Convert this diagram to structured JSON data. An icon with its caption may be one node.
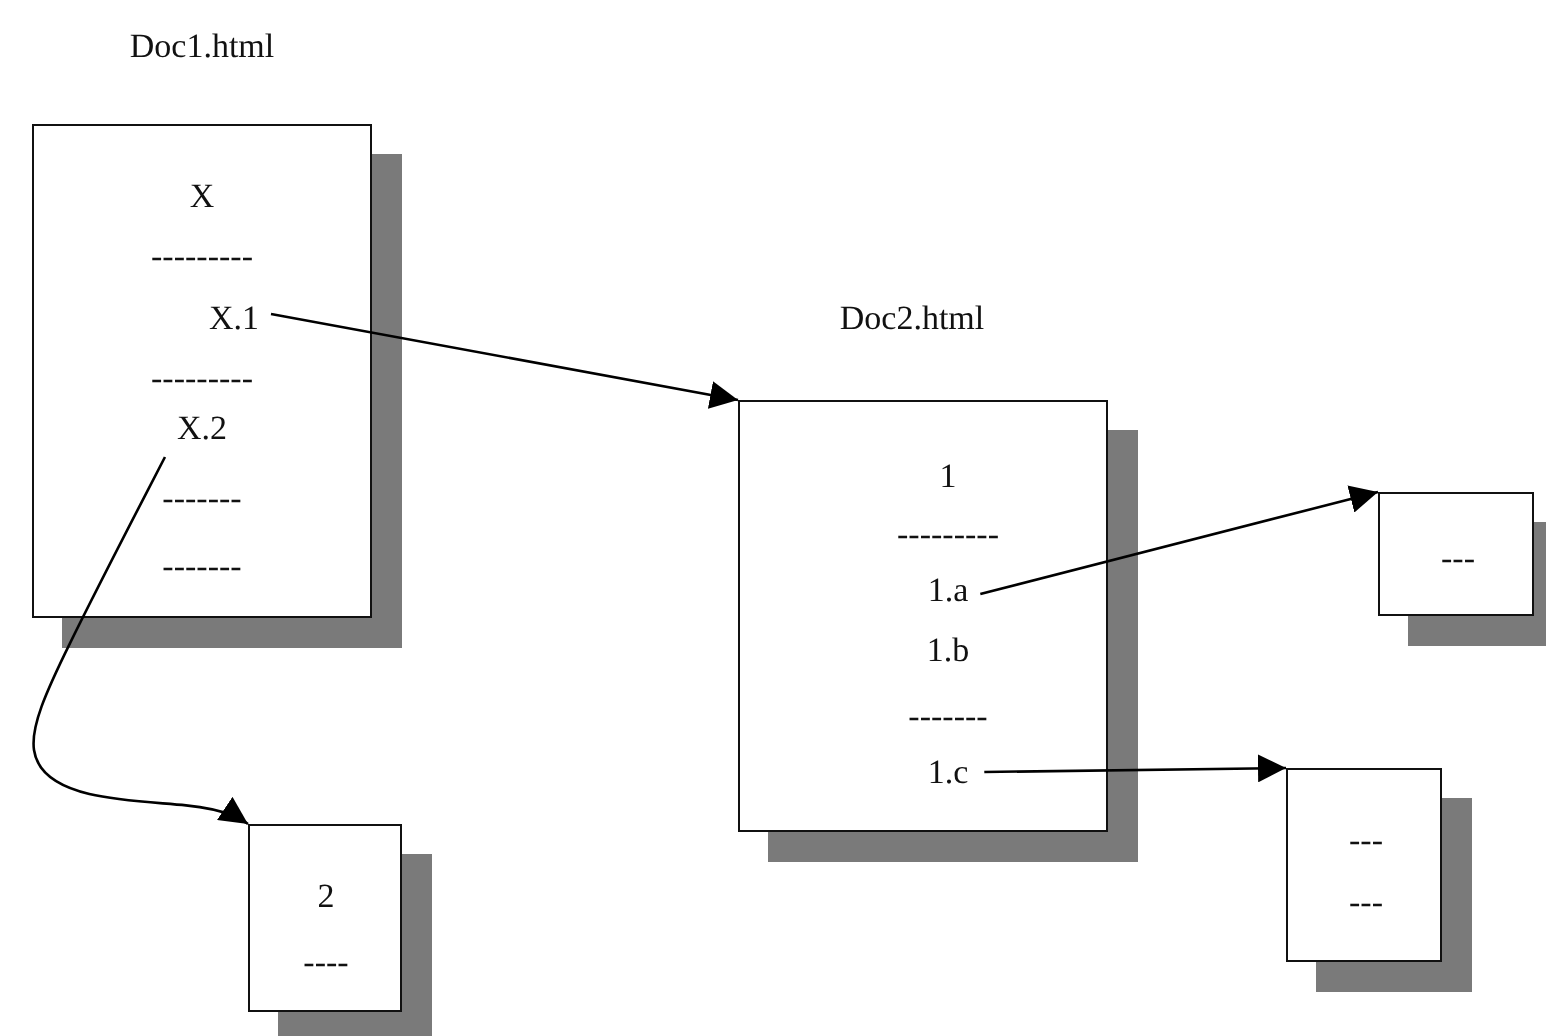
{
  "diagram": {
    "nodes": [
      {
        "text": [
          "Doc1.html",
          "X",
          "---------",
          "---------",
          "-------",
          "-------"
        ]
      },
      {
        "text": [
          "X.1"
        ],
        "in": 0
      },
      {
        "text": [
          "X.2"
        ],
        "in": 0
      },
      {
        "text": [
          "Doc2.html",
          "1",
          "---------",
          "1.b",
          "-------"
        ]
      },
      {
        "text": [
          "1.a"
        ],
        "in": 3
      },
      {
        "text": [
          "1.c"
        ],
        "in": 3
      },
      {
        "text": [
          "---"
        ]
      },
      {
        "text": [
          "---",
          "---"
        ]
      },
      {
        "text": [
          "2",
          "----"
        ]
      }
    ],
    "edges": [
      {
        "from": 1,
        "to": 3,
        "arrow": "to"
      },
      {
        "from": 4,
        "to": 6,
        "arrow": "to"
      },
      {
        "from": 5,
        "to": 7,
        "arrow": "to"
      },
      {
        "from": 2,
        "to": 8,
        "arrow": "to"
      }
    ]
  }
}
